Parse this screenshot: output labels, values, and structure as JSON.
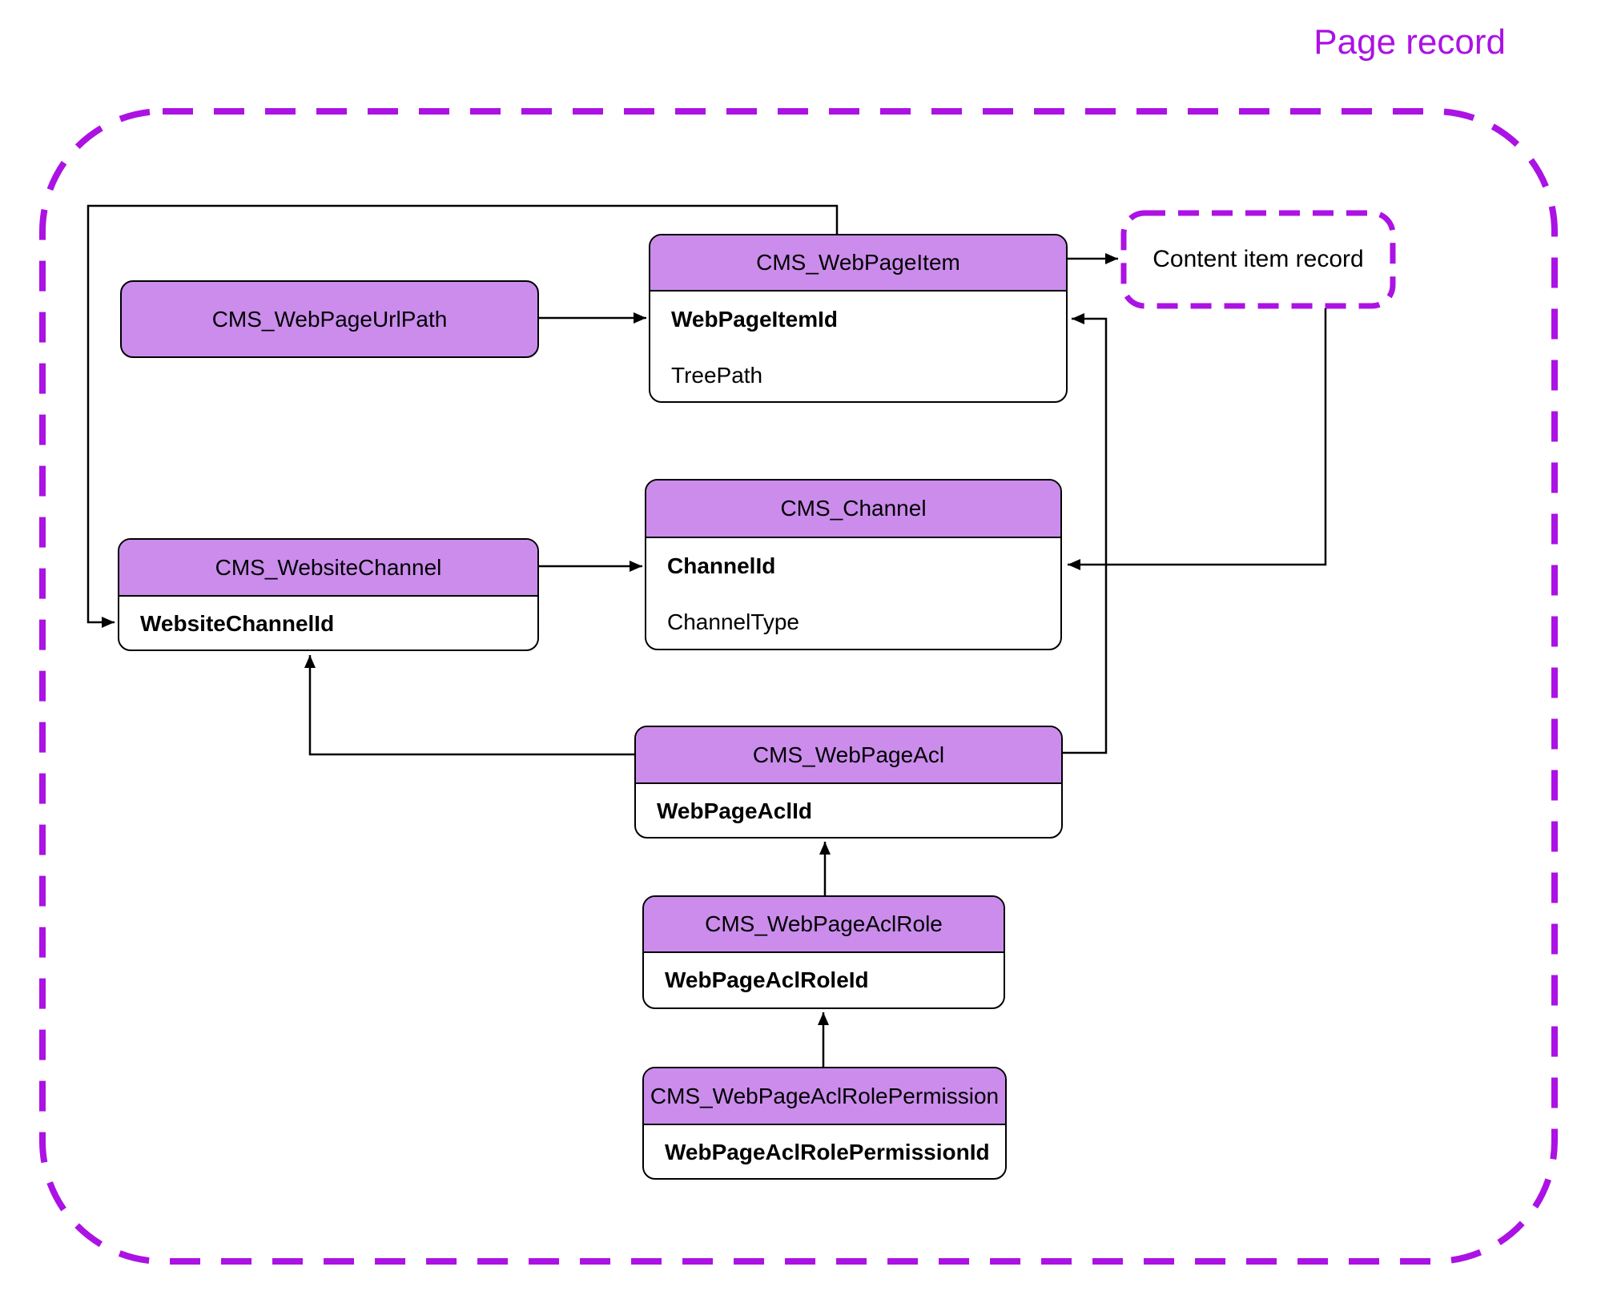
{
  "page_record_label": "Page record",
  "content_item_record": {
    "label": "Content item record"
  },
  "entities": {
    "urlpath": {
      "name": "CMS_WebPageUrlPath"
    },
    "webpageitem": {
      "name": "CMS_WebPageItem",
      "field1": "WebPageItemId",
      "field2": "TreePath"
    },
    "channel": {
      "name": "CMS_Channel",
      "field1": "ChannelId",
      "field2": "ChannelType"
    },
    "websitechannel": {
      "name": "CMS_WebsiteChannel",
      "field1": "WebsiteChannelId"
    },
    "webpageacl": {
      "name": "CMS_WebPageAcl",
      "field1": "WebPageAclId"
    },
    "webpageaclrole": {
      "name": "CMS_WebPageAclRole",
      "field1": "WebPageAclRoleId"
    },
    "webpageaclrolepermission": {
      "name": "CMS_WebPageAclRolePermission",
      "field1": "WebPageAclRolePermissionId"
    }
  },
  "colors": {
    "entity_fill": "#cb8cec",
    "boundary_magenta": "#ab12e3",
    "connector_black": "#000000"
  }
}
